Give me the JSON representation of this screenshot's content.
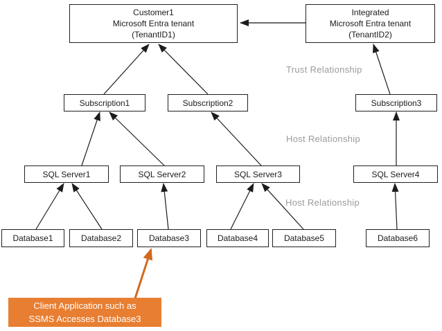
{
  "diagram": {
    "tenants": {
      "customer": {
        "lines": [
          "Customer1",
          "Microsoft Entra tenant",
          "(TenantID1)"
        ]
      },
      "integrated": {
        "lines": [
          "Integrated",
          "Microsoft Entra tenant",
          "(TenantID2)"
        ]
      }
    },
    "subscriptions": {
      "s1": "Subscription1",
      "s2": "Subscription2",
      "s3": "Subscription3"
    },
    "sql_servers": {
      "sv1": "SQL Server1",
      "sv2": "SQL Server2",
      "sv3": "SQL Server3",
      "sv4": "SQL Server4"
    },
    "databases": {
      "d1": "Database1",
      "d2": "Database2",
      "d3": "Database3",
      "d4": "Database4",
      "d5": "Database5",
      "d6": "Database6"
    },
    "relationship_labels": {
      "trust": "Trust Relationship",
      "host_upper": "Host Relationship",
      "host_lower": "Host Relationship"
    },
    "callout": {
      "lines": [
        "Client Application such as",
        "SSMS Accesses Database3"
      ]
    },
    "colors": {
      "callout_bg": "#E87E31",
      "callout_arrow": "#D2691E",
      "label_gray": "#9B9B9B",
      "line_black": "#1c1c1c",
      "node_bg": "#FFFFFF"
    }
  }
}
